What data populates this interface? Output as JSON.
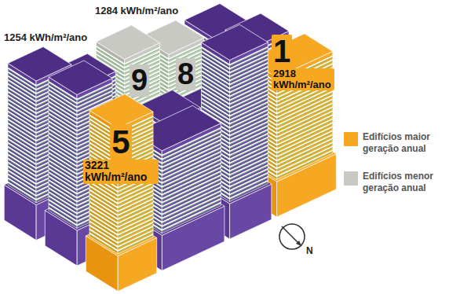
{
  "diagram": {
    "nodes": [
      {
        "text": [
          "9"
        ]
      },
      {
        "text": [
          "8"
        ]
      },
      {
        "text": [
          "1",
          "2918 kWh/m²/ano"
        ]
      },
      {
        "text": [
          "5",
          "3221 kWh/m²/ano"
        ]
      }
    ],
    "labels": [
      "1284 kWh/m²/ano",
      "1254 kWh/m²/ano",
      "N"
    ],
    "legend": [
      {
        "text": "Edifícios maior geração anual",
        "color": "#f7a823"
      },
      {
        "text": "Edifícios menor geração anual",
        "color": "#c9c9c3"
      }
    ]
  }
}
